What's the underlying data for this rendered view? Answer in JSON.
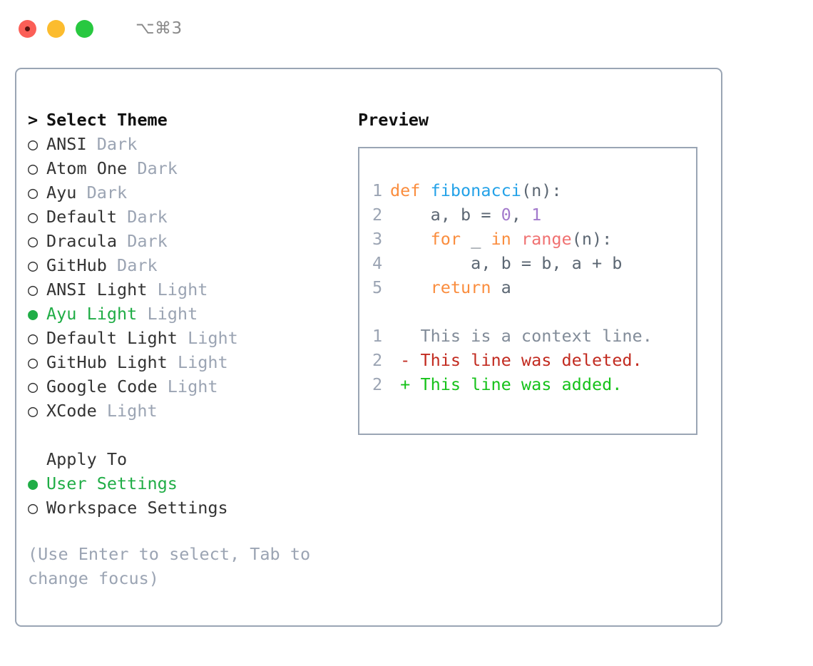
{
  "titlebar": {
    "shortcut": "⌥⌘3",
    "buttons": [
      {
        "name": "close",
        "color": "#fb5f57"
      },
      {
        "name": "minimize",
        "color": "#fcbc2e"
      },
      {
        "name": "maximize",
        "color": "#28c840"
      }
    ]
  },
  "theme_picker": {
    "header_prefix": ">",
    "header": "Select Theme",
    "radio_unselected": "○",
    "radio_selected": "●",
    "items": [
      {
        "label": "ANSI",
        "tag": "Dark",
        "selected": false
      },
      {
        "label": "Atom One",
        "tag": "Dark",
        "selected": false
      },
      {
        "label": "Ayu",
        "tag": "Dark",
        "selected": false
      },
      {
        "label": "Default",
        "tag": "Dark",
        "selected": false
      },
      {
        "label": "Dracula",
        "tag": "Dark",
        "selected": false
      },
      {
        "label": "GitHub",
        "tag": "Dark",
        "selected": false
      },
      {
        "label": "ANSI Light",
        "tag": "Light",
        "selected": false
      },
      {
        "label": "Ayu Light",
        "tag": "Light",
        "selected": true
      },
      {
        "label": "Default Light",
        "tag": "Light",
        "selected": false
      },
      {
        "label": "GitHub Light",
        "tag": "Light",
        "selected": false
      },
      {
        "label": "Google Code",
        "tag": "Light",
        "selected": false
      },
      {
        "label": "XCode",
        "tag": "Light",
        "selected": false
      }
    ]
  },
  "apply_to": {
    "title": "Apply To",
    "items": [
      {
        "label": "User Settings",
        "selected": true
      },
      {
        "label": "Workspace Settings",
        "selected": false
      }
    ]
  },
  "hint": "(Use Enter to select, Tab to change focus)",
  "preview": {
    "title": "Preview",
    "code_lines": [
      {
        "num": "1",
        "tokens": [
          {
            "t": "def ",
            "c": "kw"
          },
          {
            "t": "fibonacci",
            "c": "fn"
          },
          {
            "t": "(n):",
            "c": "plain"
          }
        ]
      },
      {
        "num": "2",
        "tokens": [
          {
            "t": "    a, b = ",
            "c": "plain"
          },
          {
            "t": "0",
            "c": "num"
          },
          {
            "t": ", ",
            "c": "plain"
          },
          {
            "t": "1",
            "c": "num"
          }
        ]
      },
      {
        "num": "3",
        "tokens": [
          {
            "t": "    ",
            "c": "plain"
          },
          {
            "t": "for",
            "c": "kw"
          },
          {
            "t": " _ ",
            "c": "plain"
          },
          {
            "t": "in",
            "c": "kw"
          },
          {
            "t": " ",
            "c": "plain"
          },
          {
            "t": "range",
            "c": "bi"
          },
          {
            "t": "(n):",
            "c": "plain"
          }
        ]
      },
      {
        "num": "4",
        "tokens": [
          {
            "t": "        a, b = b, a + b",
            "c": "plain"
          }
        ]
      },
      {
        "num": "5",
        "tokens": [
          {
            "t": "    ",
            "c": "plain"
          },
          {
            "t": "return",
            "c": "kw"
          },
          {
            "t": " a",
            "c": "plain"
          }
        ]
      }
    ],
    "diff_lines": [
      {
        "num": "1",
        "sign": " ",
        "text": "This is a context line.",
        "kind": "ctx"
      },
      {
        "num": "2",
        "sign": "-",
        "text": "This line was deleted.",
        "kind": "del"
      },
      {
        "num": "2",
        "sign": "+",
        "text": "This line was added.",
        "kind": "add"
      }
    ]
  },
  "colors": {
    "accent_green": "#20ad46",
    "dim": "#9ba4b3",
    "border": "#9aa5b4",
    "keyword": "#fa8d3e",
    "function": "#24a2e8",
    "number": "#a37acc",
    "builtin": "#f07171",
    "text": "#5c6773",
    "diff_add": "#16c21a",
    "diff_del": "#c22b20"
  }
}
